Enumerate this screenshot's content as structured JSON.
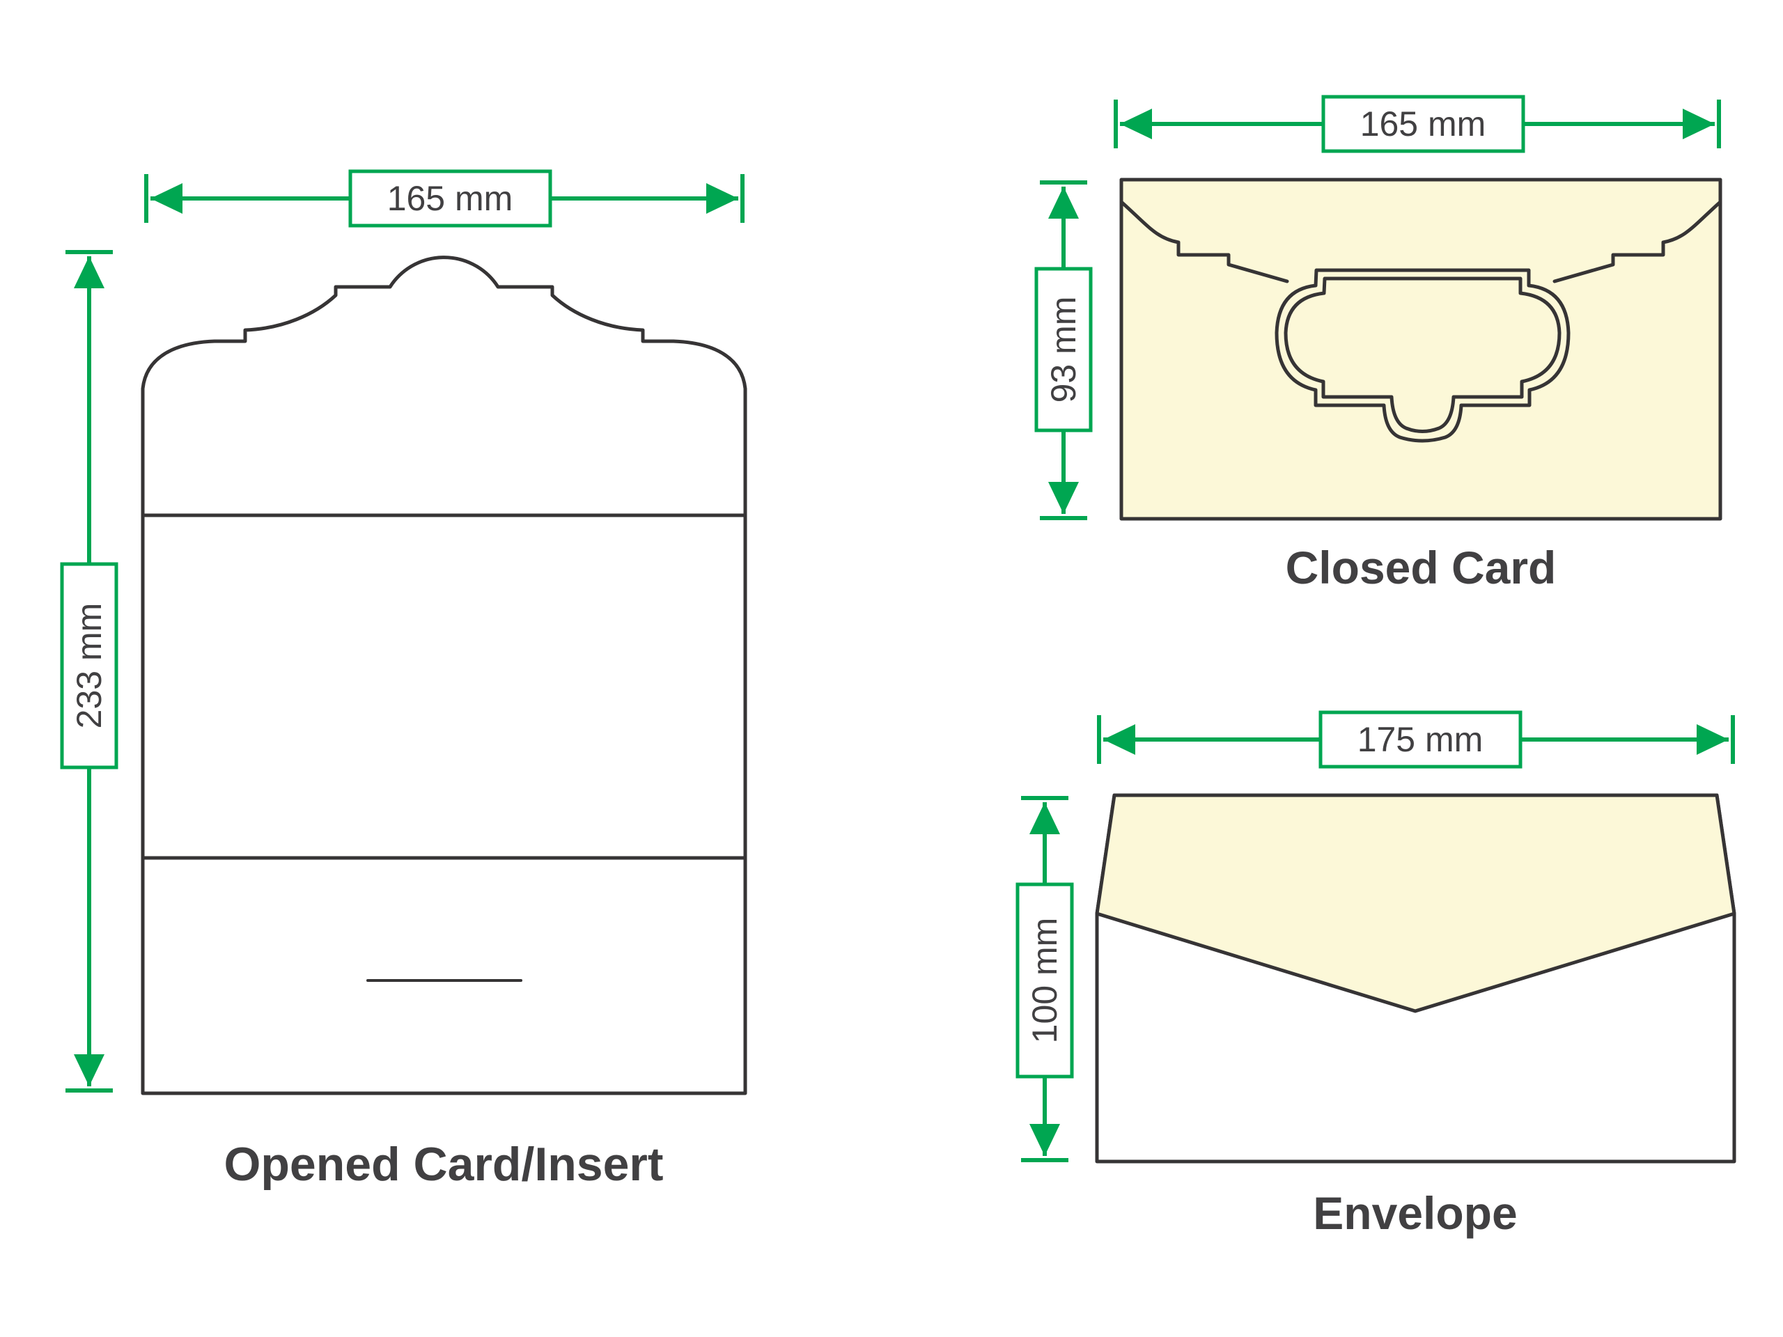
{
  "colors": {
    "dimension_green": "#00a651",
    "outline_dark": "#363435",
    "cream_fill": "#fcf8d8",
    "text_dark": "#414042",
    "background": "#ffffff"
  },
  "diagrams": {
    "opened_card": {
      "title": "Opened Card/Insert",
      "width_label": "165 mm",
      "height_label": "233 mm"
    },
    "closed_card": {
      "title": "Closed Card",
      "width_label": "165 mm",
      "height_label": "93 mm"
    },
    "envelope": {
      "title": "Envelope",
      "width_label": "175 mm",
      "height_label": "100 mm"
    }
  }
}
